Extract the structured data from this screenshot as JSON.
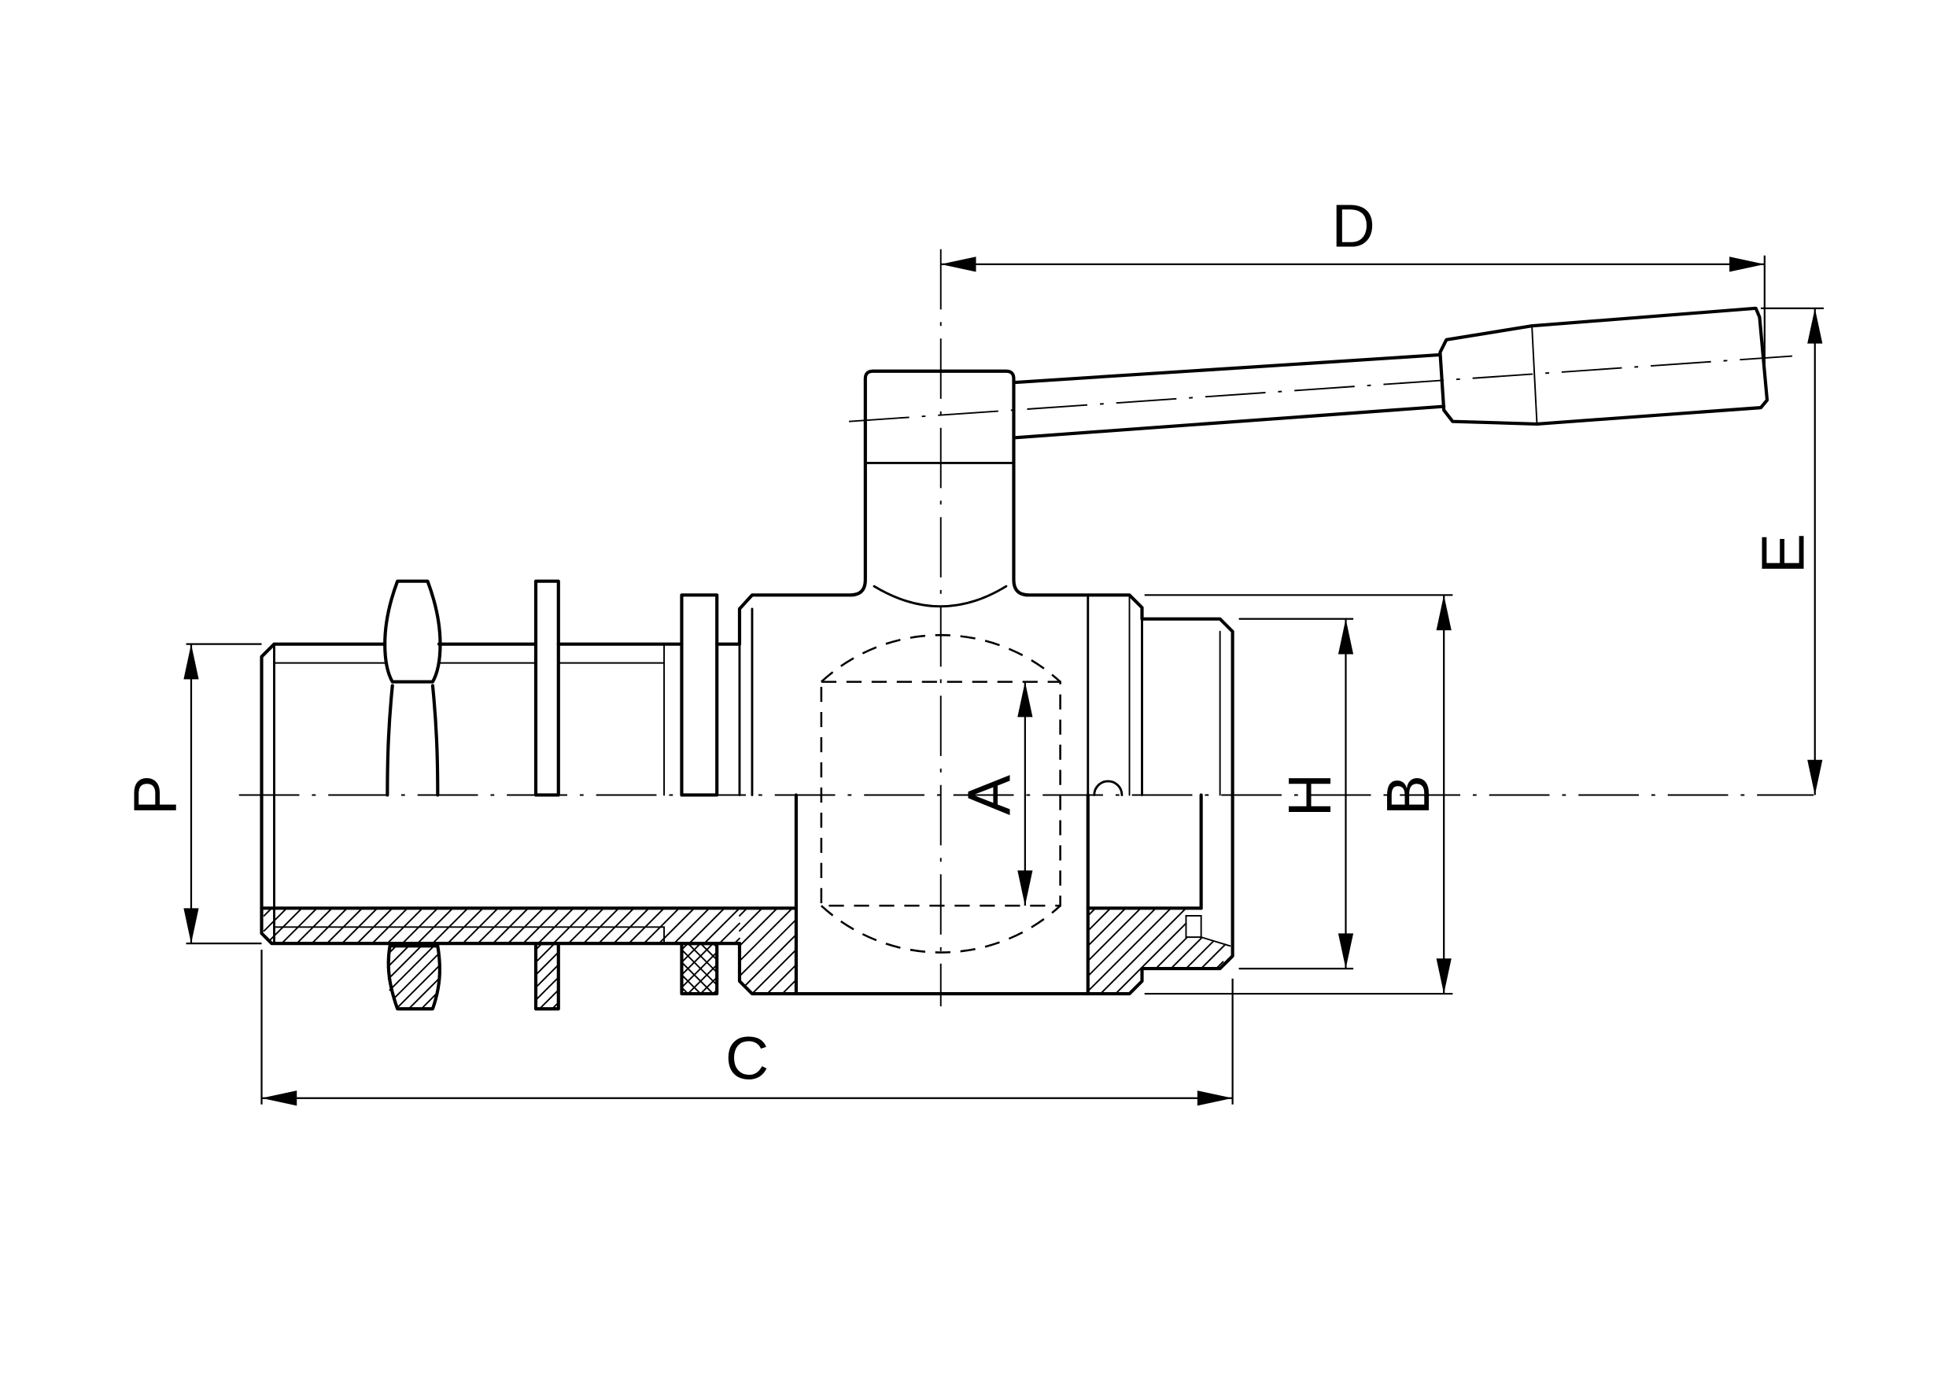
{
  "labels": {
    "d": "D",
    "e": "E",
    "p": "P",
    "a": "A",
    "h": "H",
    "b": "B",
    "c": "C"
  }
}
